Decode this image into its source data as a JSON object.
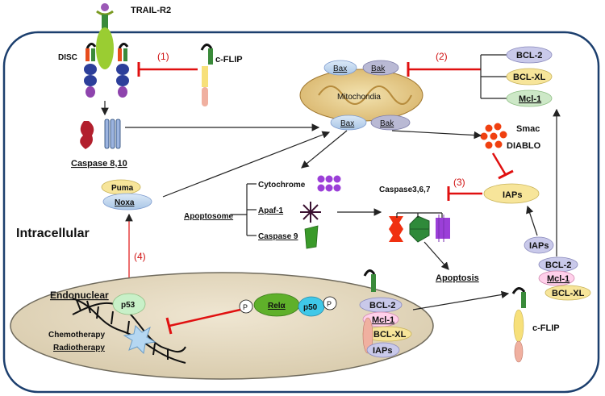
{
  "receptor": {
    "label": "TRAIL-R2"
  },
  "disc": {
    "label": "DISC"
  },
  "cflip_top": {
    "label": "c-FLIP"
  },
  "cflip_bottom": {
    "label": "c-FLIP"
  },
  "steps": {
    "s1": "(1)",
    "s2": "(2)",
    "s3": "(3)",
    "s4": "(4)"
  },
  "bcl_right": {
    "bcl2": "BCL-2",
    "bclxl": "BCL-XL",
    "mcl1": "Mcl-1"
  },
  "mito": {
    "label": "Mitochondia",
    "bax_top": "Bax",
    "bak_top": "Bak",
    "bax_bot": "Bax",
    "bak_bot": "Bak"
  },
  "caspase810": {
    "label": "Caspase 8,10"
  },
  "smac": {
    "line1": "Smac",
    "line2": "DIABLO"
  },
  "iaps_top": {
    "label": "IAPs"
  },
  "caspase367": {
    "label": "Caspase3,6,7"
  },
  "puma_noxa": {
    "puma": "Puma",
    "noxa": "Noxa"
  },
  "apoptosome": {
    "label": "Apoptosome",
    "cytochrome": "Cytochrome",
    "apaf1": "Apaf-1",
    "caspase9": "Caspase 9"
  },
  "intracellular": {
    "label": "Intracellular"
  },
  "apoptosis": {
    "label": "Apoptosis"
  },
  "iaps_right": {
    "iaps": "IAPs",
    "bcl2": "BCL-2",
    "mcl1": "Mcl-1",
    "bclxl": "BCL-XL"
  },
  "nucleus": {
    "label": "Endonuclear",
    "p53": "p53",
    "chemo": "Chemotherapy",
    "radio": "Radiotherapy",
    "rela": "Relα",
    "p50": "p50",
    "phospho": "P"
  },
  "nuc_targets": {
    "bcl2": "BCL-2",
    "mcl1": "Mcl-1",
    "bclxl": "BCL-XL",
    "iaps": "IAPs"
  },
  "colors": {
    "inhibit": "#e01010",
    "membrane": "#1c3f6e",
    "nucleus": "#e6dcc4"
  }
}
